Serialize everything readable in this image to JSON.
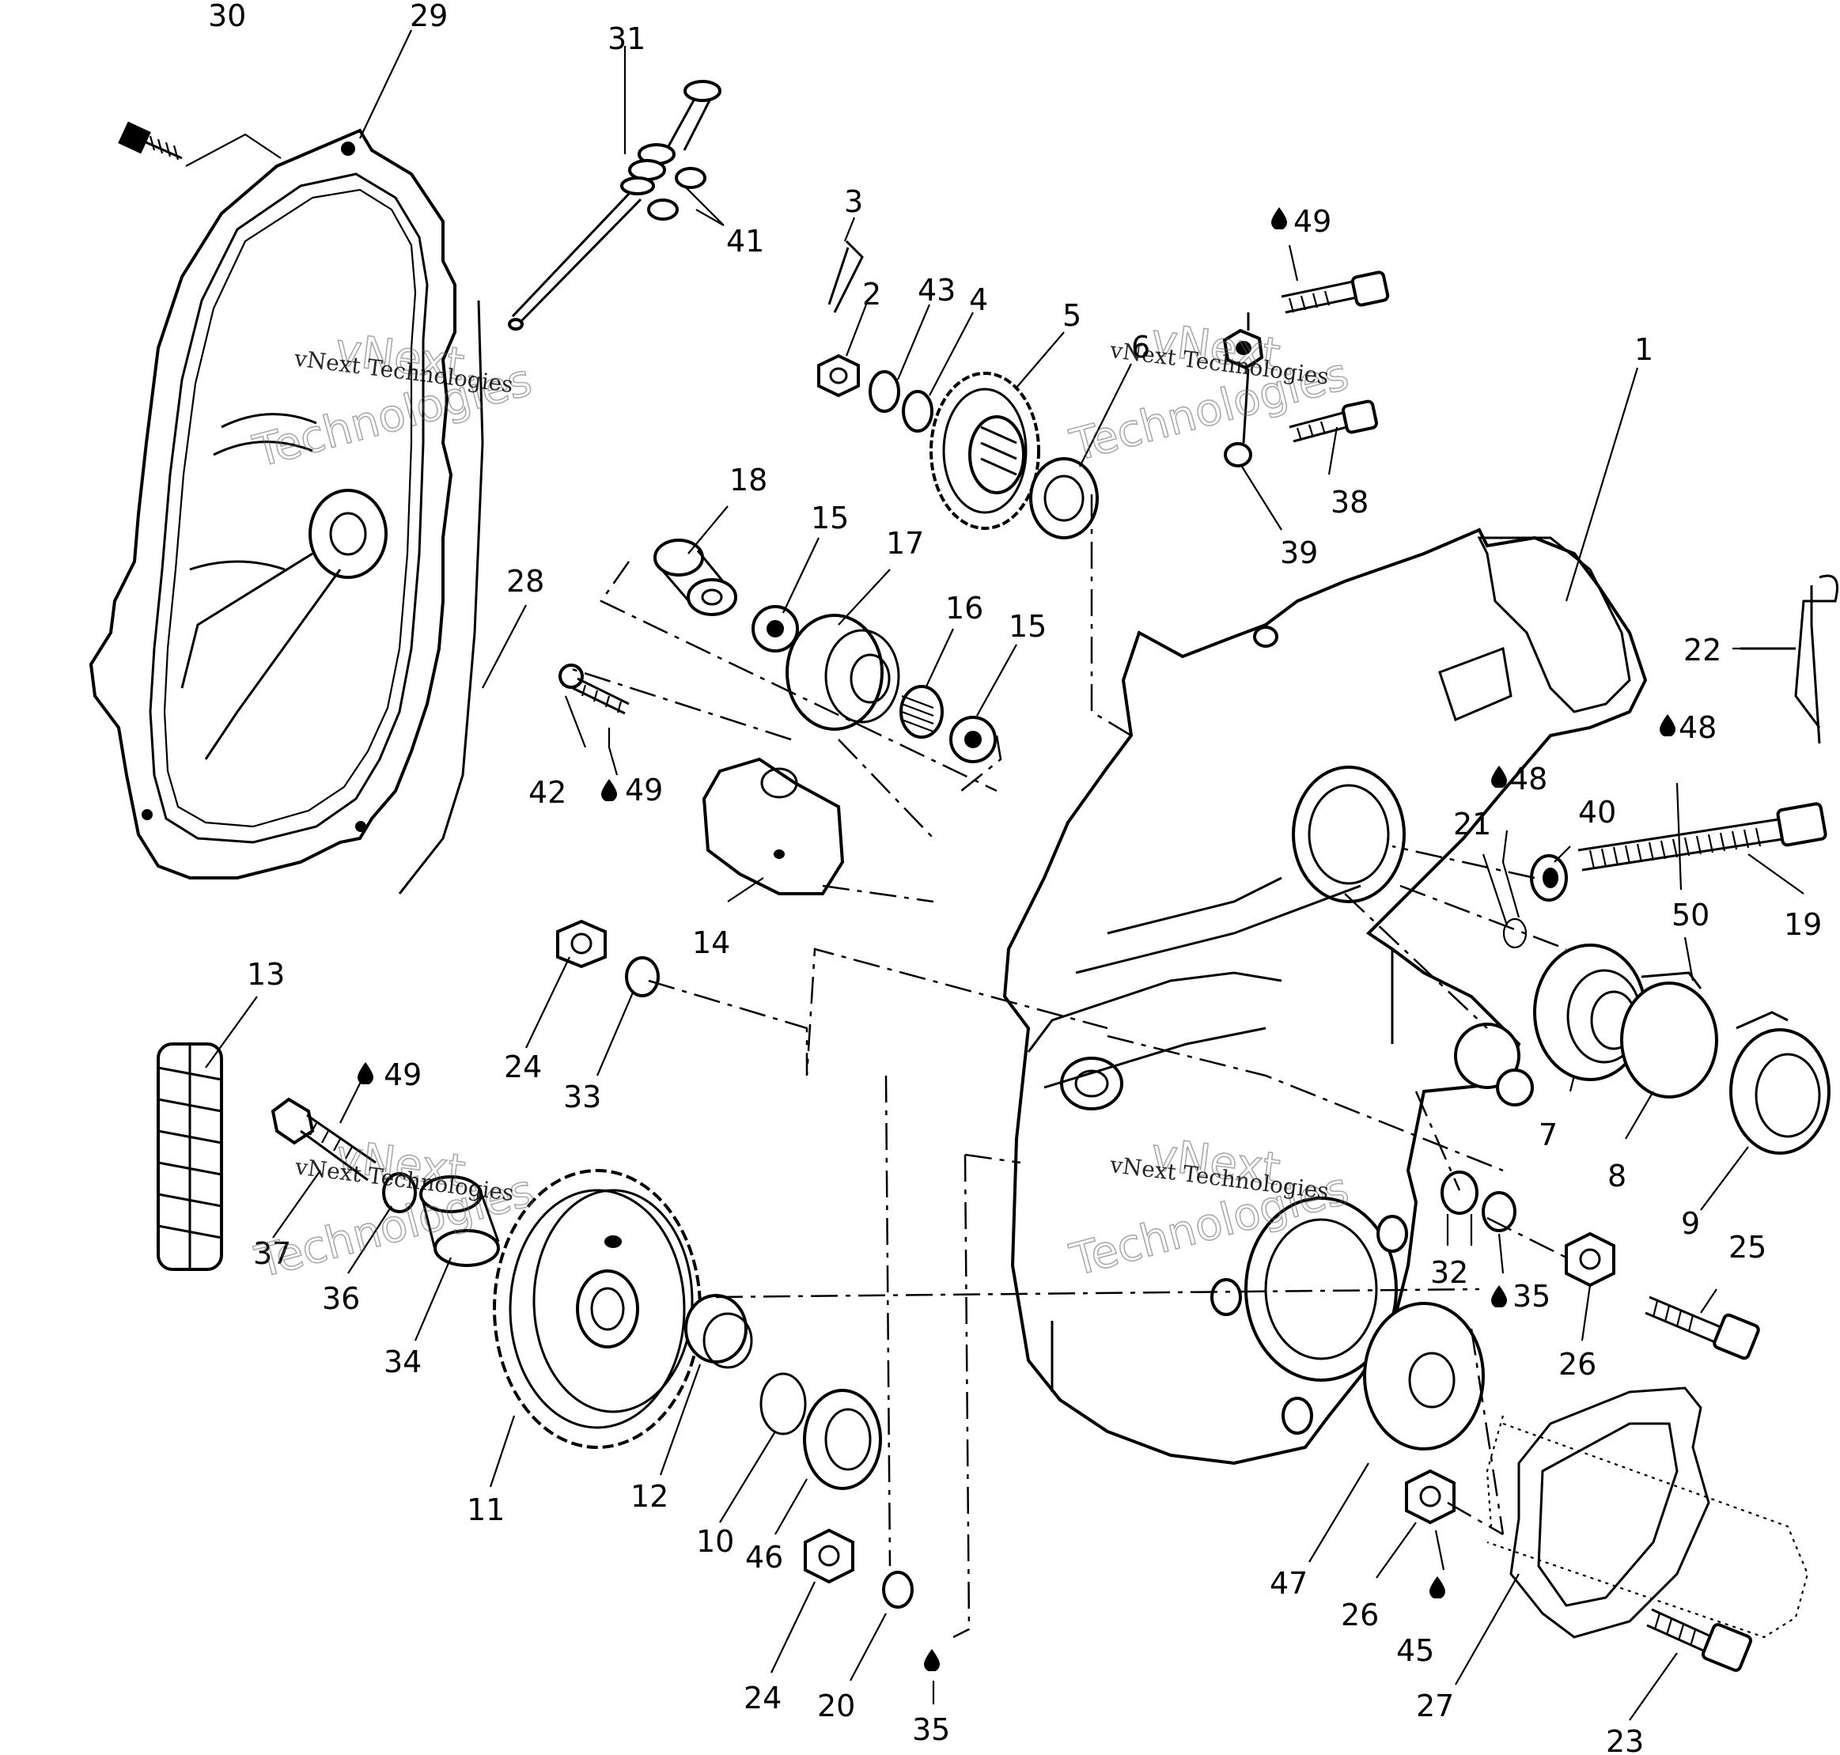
{
  "callouts": [
    {
      "id": "c30",
      "text": "30"
    },
    {
      "id": "c29",
      "text": "29"
    },
    {
      "id": "c31",
      "text": "31"
    },
    {
      "id": "c41",
      "text": "41"
    },
    {
      "id": "c3",
      "text": "3"
    },
    {
      "id": "c2",
      "text": "2"
    },
    {
      "id": "c43",
      "text": "43"
    },
    {
      "id": "c4",
      "text": "4"
    },
    {
      "id": "c5",
      "text": "5"
    },
    {
      "id": "c6",
      "text": "6"
    },
    {
      "id": "c49a",
      "text": "49"
    },
    {
      "id": "c38",
      "text": "38"
    },
    {
      "id": "c39",
      "text": "39"
    },
    {
      "id": "c1",
      "text": "1"
    },
    {
      "id": "c18",
      "text": "18"
    },
    {
      "id": "c15a",
      "text": "15"
    },
    {
      "id": "c17",
      "text": "17"
    },
    {
      "id": "c16",
      "text": "16"
    },
    {
      "id": "c15b",
      "text": "15"
    },
    {
      "id": "c28",
      "text": "28"
    },
    {
      "id": "c22",
      "text": "22"
    },
    {
      "id": "c42",
      "text": "42"
    },
    {
      "id": "c49b",
      "text": "49"
    },
    {
      "id": "c14",
      "text": "14"
    },
    {
      "id": "c48a",
      "text": "48"
    },
    {
      "id": "c48b",
      "text": "48"
    },
    {
      "id": "c21",
      "text": "21"
    },
    {
      "id": "c40",
      "text": "40"
    },
    {
      "id": "c50",
      "text": "50"
    },
    {
      "id": "c19",
      "text": "19"
    },
    {
      "id": "c13",
      "text": "13"
    },
    {
      "id": "c24a",
      "text": "24"
    },
    {
      "id": "c33",
      "text": "33"
    },
    {
      "id": "c49c",
      "text": "49"
    },
    {
      "id": "c7",
      "text": "7"
    },
    {
      "id": "c8",
      "text": "8"
    },
    {
      "id": "c9",
      "text": "9"
    },
    {
      "id": "c37",
      "text": "37"
    },
    {
      "id": "c36",
      "text": "36"
    },
    {
      "id": "c34",
      "text": "34"
    },
    {
      "id": "c32",
      "text": "32"
    },
    {
      "id": "c35a",
      "text": "35"
    },
    {
      "id": "c25",
      "text": "25"
    },
    {
      "id": "c26a",
      "text": "26"
    },
    {
      "id": "c11",
      "text": "11"
    },
    {
      "id": "c12",
      "text": "12"
    },
    {
      "id": "c10",
      "text": "10"
    },
    {
      "id": "c46",
      "text": "46"
    },
    {
      "id": "c47",
      "text": "47"
    },
    {
      "id": "c26b",
      "text": "26"
    },
    {
      "id": "c45",
      "text": "45"
    },
    {
      "id": "c24b",
      "text": "24"
    },
    {
      "id": "c20",
      "text": "20"
    },
    {
      "id": "c35b",
      "text": "35"
    },
    {
      "id": "c27",
      "text": "27"
    },
    {
      "id": "c23",
      "text": "23"
    }
  ],
  "watermark": {
    "small_text": "vNext Technologies",
    "big_line1": "vNext",
    "big_line2": "Technologies"
  }
}
